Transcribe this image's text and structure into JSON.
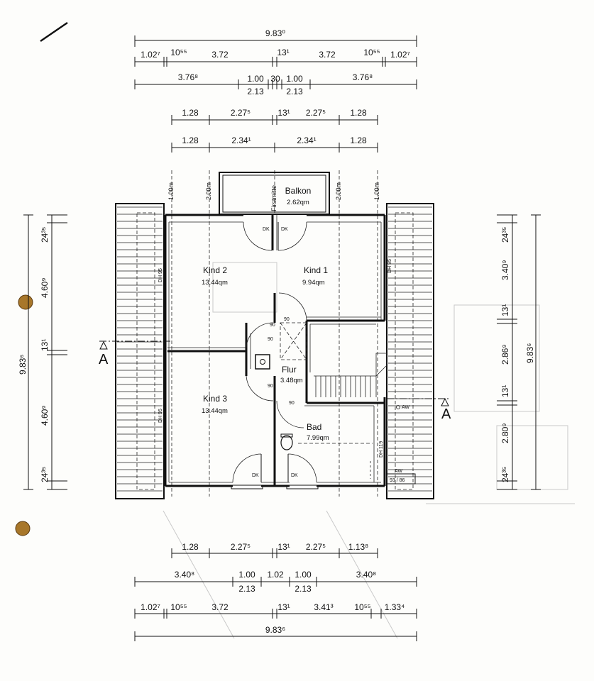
{
  "rooms": {
    "balkon": {
      "name": "Balkon",
      "area": "2.62qm"
    },
    "kind2": {
      "name": "Kind 2",
      "area": "13.44qm"
    },
    "kind1": {
      "name": "Kind 1",
      "area": "9.94qm"
    },
    "kind3": {
      "name": "Kind 3",
      "area": "13.44qm"
    },
    "flur": {
      "name": "Flur",
      "area": "3.48qm"
    },
    "bad": {
      "name": "Bad",
      "area": "7.99qm"
    }
  },
  "top_dims": {
    "overall": "9.83⁰",
    "row1": [
      "1.02⁷",
      "10⁵⁵",
      "3.72",
      "13¹",
      "3.72",
      "10⁵⁵",
      "1.02⁷"
    ],
    "row2_top": [
      "3.76⁸",
      "1.00",
      "30",
      "1.00",
      "3.76⁸"
    ],
    "row2_bottom": [
      "2.13",
      "2.13"
    ],
    "row3": [
      "1.28",
      "2.27⁵",
      "13¹",
      "2.27⁵",
      "1.28"
    ],
    "row4": [
      "1.28",
      "2.34¹",
      "2.34¹",
      "1.28"
    ]
  },
  "height_labels": [
    "1.00m",
    "2.00m",
    "Firstmitte",
    "2.00m",
    "1.00m"
  ],
  "bottom_dims": {
    "row1": [
      "1.28",
      "2.27⁵",
      "13¹",
      "2.27⁵",
      "1.13⁸"
    ],
    "row2_top": [
      "3.40⁸",
      "1.00",
      "1.02",
      "1.00",
      "3.40⁸"
    ],
    "row2_bottom": [
      "2.13",
      "2.13"
    ],
    "row3": [
      "1.02⁷",
      "10⁵⁵",
      "3.72",
      "13¹",
      "3.41³",
      "10⁵⁵",
      "1.33⁴"
    ],
    "overall": "9.83⁶"
  },
  "left_dims": {
    "overall": "9.83⁶",
    "segments": [
      "24³⁵",
      "4.60⁹",
      "13¹",
      "4.60⁹",
      "24³⁵"
    ]
  },
  "right_dims": {
    "overall": "9.83⁶",
    "segments": [
      "24³⁵",
      "3.40⁹",
      "13¹",
      "2.86⁹",
      "13¹",
      "2.80⁹",
      "24³⁵"
    ]
  },
  "section_marker": "A",
  "door_labels": {
    "dk": "DK",
    "door_width": "90"
  },
  "window_labels": {
    "dh95": "DH 95",
    "dh119": "DH 119",
    "aw": "AW",
    "aw_size": "93 / 86"
  },
  "colors": {
    "ink": "#111111",
    "paper": "#fdfdfb",
    "punch_hole": "#a8772a"
  }
}
